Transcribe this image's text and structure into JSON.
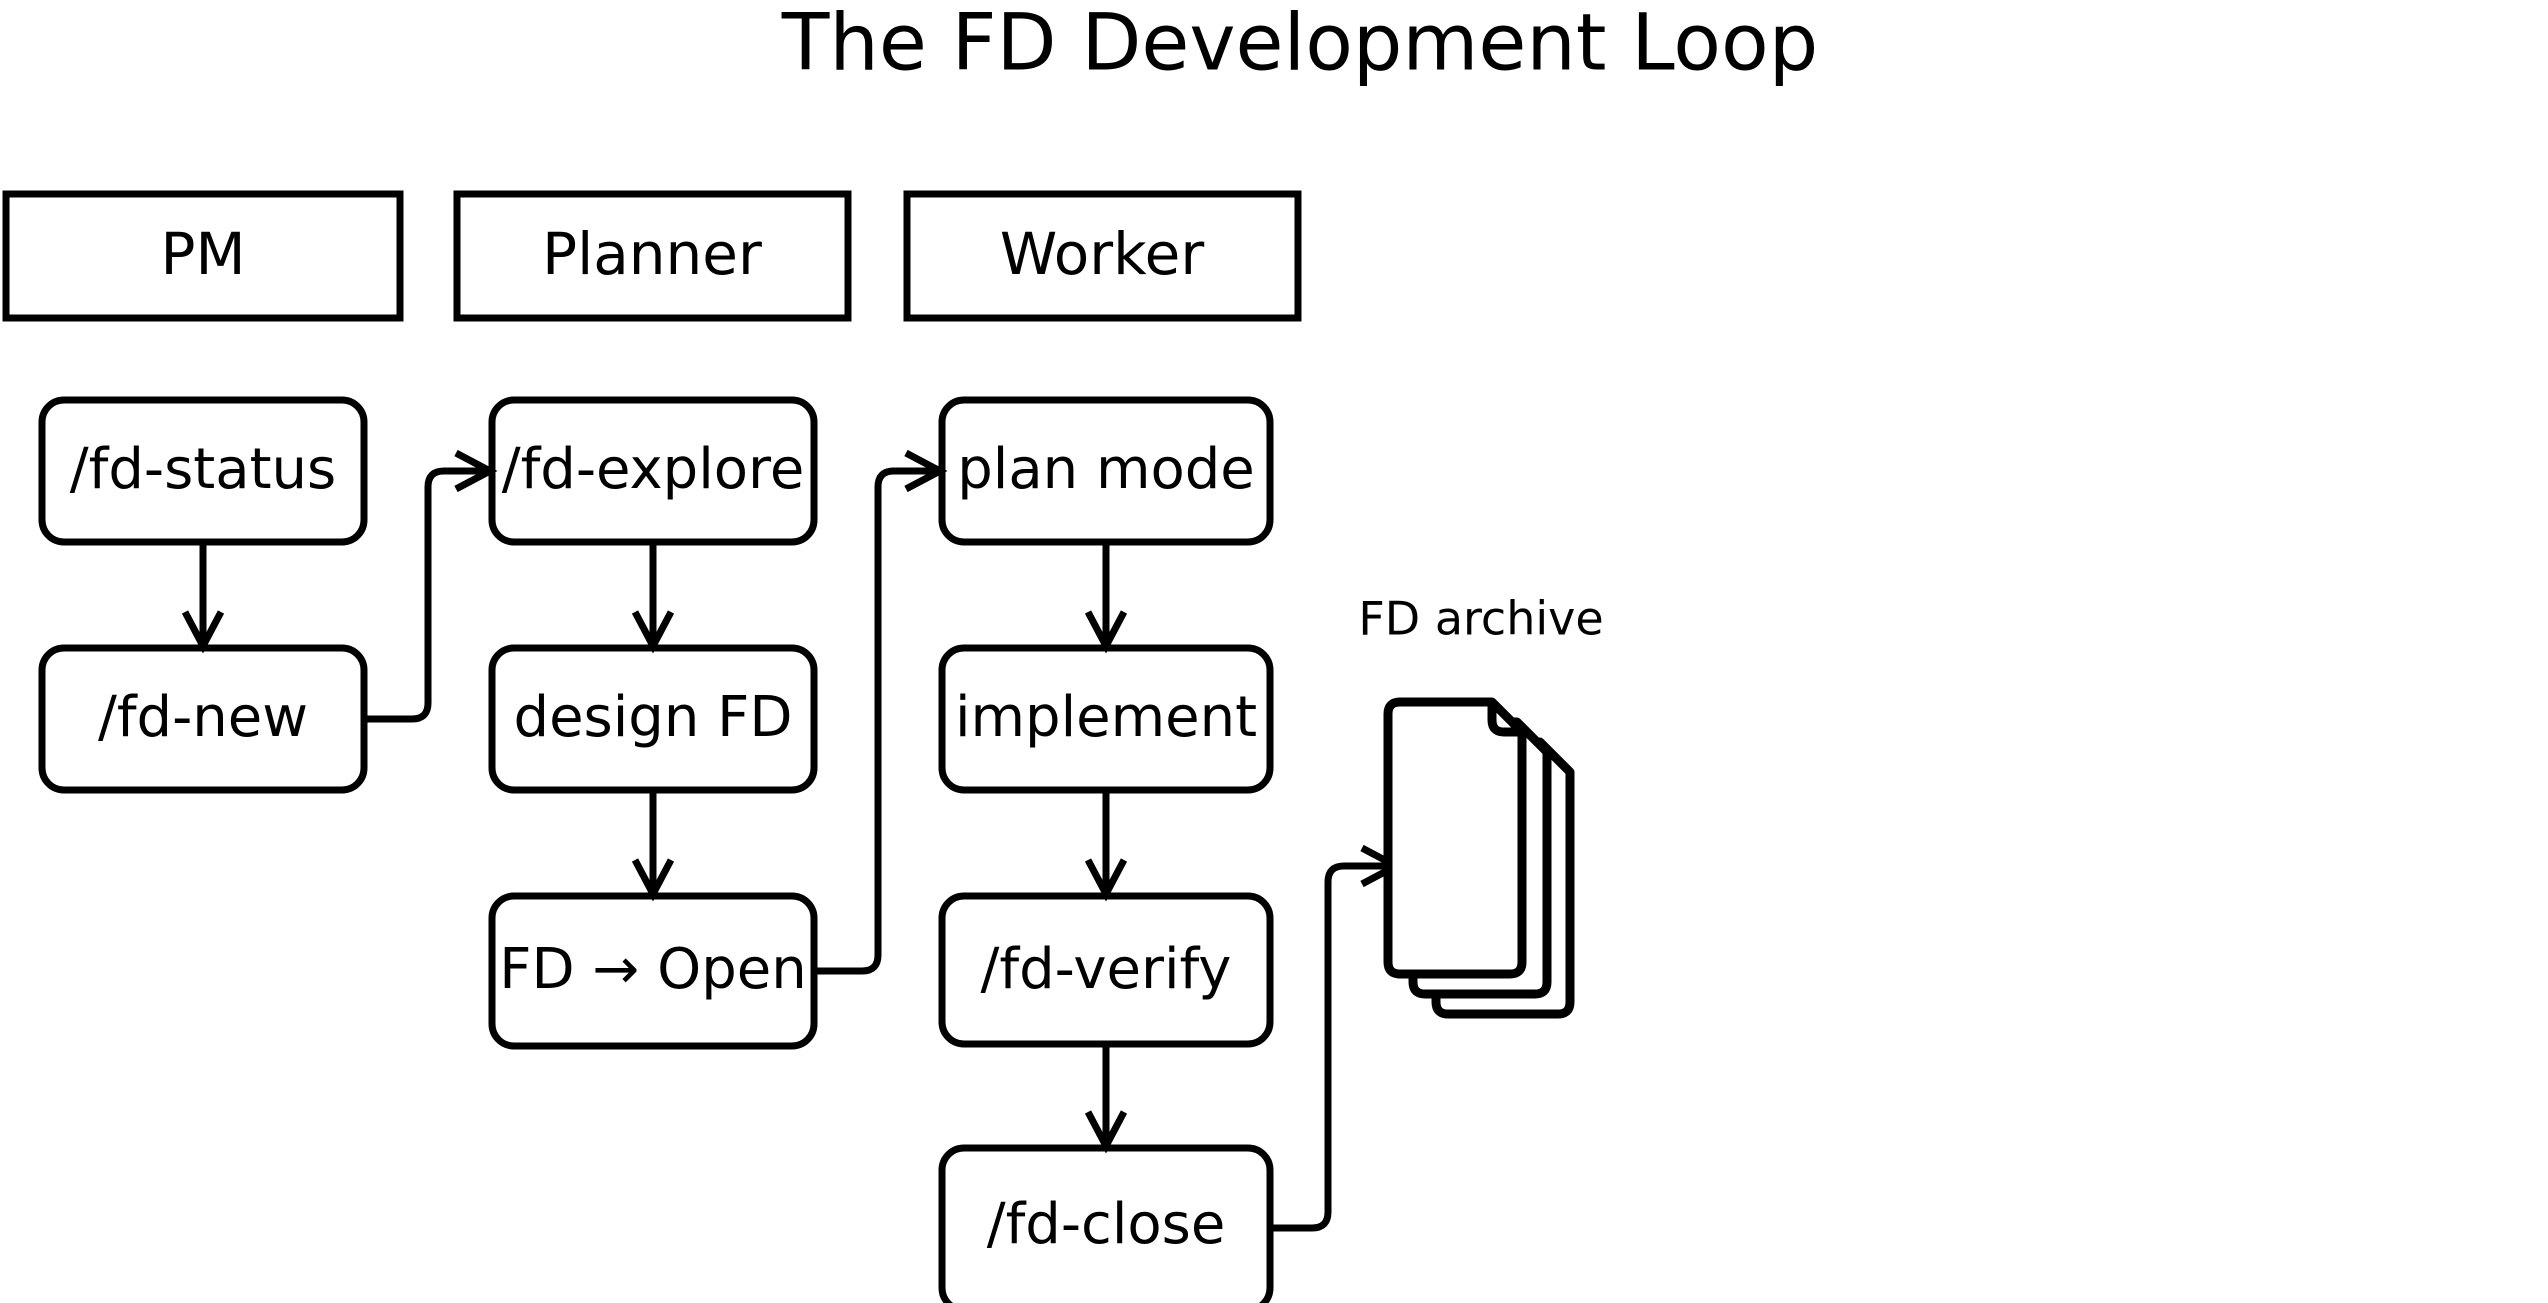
{
  "title": "The FD Development Loop",
  "colors": {
    "background": "#ffffff",
    "stroke": "#000000",
    "text": "#000000"
  },
  "lanes": [
    {
      "id": "pm",
      "label": "PM"
    },
    {
      "id": "planner",
      "label": "Planner"
    },
    {
      "id": "worker",
      "label": "Worker"
    }
  ],
  "nodes": {
    "pm": [
      {
        "id": "fd-status",
        "label": "/fd-status"
      },
      {
        "id": "fd-new",
        "label": "/fd-new"
      }
    ],
    "planner": [
      {
        "id": "fd-explore",
        "label": "/fd-explore"
      },
      {
        "id": "design-fd",
        "label": "design FD"
      },
      {
        "id": "fd-open",
        "label": "FD → Open"
      }
    ],
    "worker": [
      {
        "id": "plan-mode",
        "label": "plan mode"
      },
      {
        "id": "implement",
        "label": "implement"
      },
      {
        "id": "fd-verify",
        "label": "/fd-verify"
      },
      {
        "id": "fd-close",
        "label": "/fd-close"
      }
    ]
  },
  "archive": {
    "id": "fd-archive",
    "label": "FD archive",
    "icon": "stacked-documents-icon",
    "page_count": 3
  },
  "edges": [
    {
      "id": "e1",
      "from": "fd-status",
      "to": "fd-new",
      "kind": "vertical"
    },
    {
      "id": "e2",
      "from": "fd-new",
      "to": "fd-explore",
      "kind": "orthogonal"
    },
    {
      "id": "e3",
      "from": "fd-explore",
      "to": "design-fd",
      "kind": "vertical"
    },
    {
      "id": "e4",
      "from": "design-fd",
      "to": "fd-open",
      "kind": "vertical"
    },
    {
      "id": "e5",
      "from": "fd-open",
      "to": "plan-mode",
      "kind": "orthogonal"
    },
    {
      "id": "e6",
      "from": "plan-mode",
      "to": "implement",
      "kind": "vertical"
    },
    {
      "id": "e7",
      "from": "implement",
      "to": "fd-verify",
      "kind": "vertical"
    },
    {
      "id": "e8",
      "from": "fd-verify",
      "to": "fd-close",
      "kind": "vertical"
    },
    {
      "id": "e9",
      "from": "fd-close",
      "to": "fd-archive",
      "kind": "orthogonal"
    }
  ]
}
